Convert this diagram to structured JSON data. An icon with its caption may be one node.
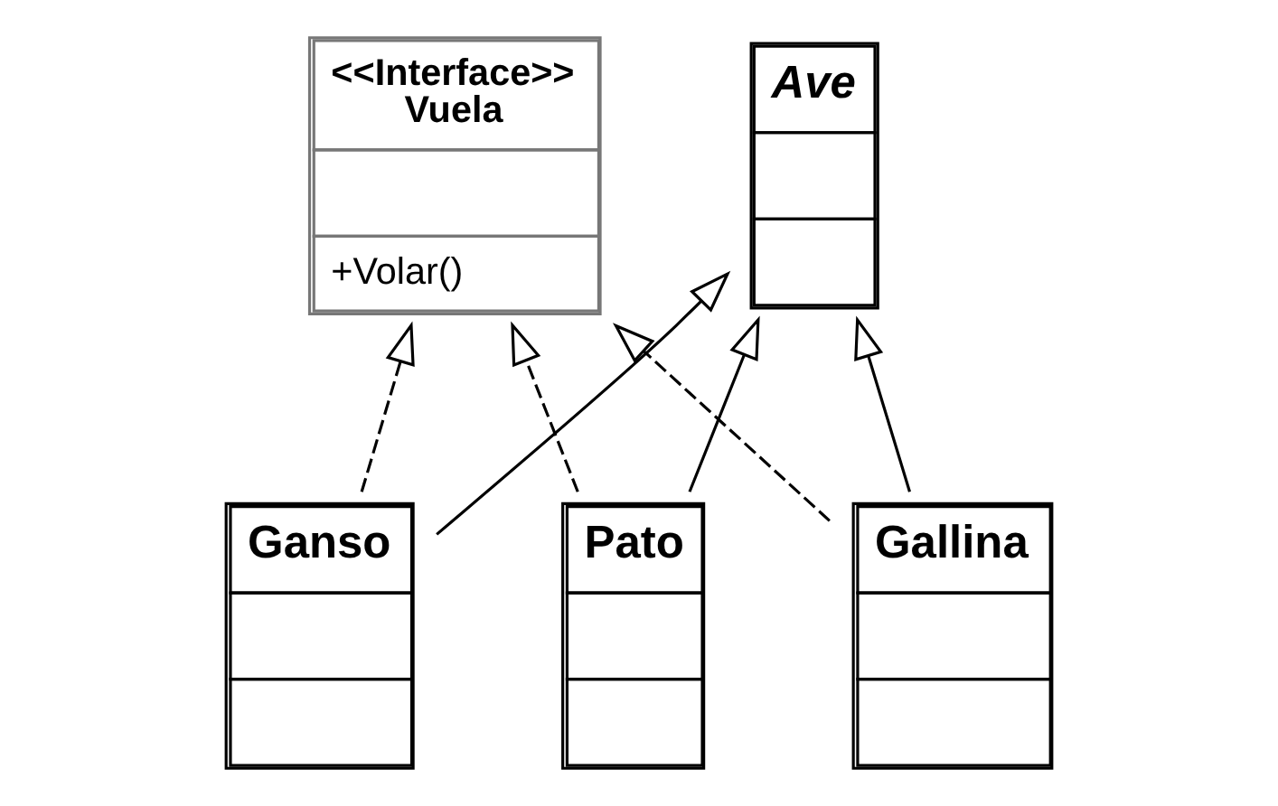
{
  "diagram": {
    "nodes": [
      {
        "text": [
          "<<Interface>>",
          "Vuela",
          "+Volar()"
        ]
      },
      {
        "text": [
          "Ave"
        ]
      },
      {
        "text": [
          "Ganso"
        ]
      },
      {
        "text": [
          "Pato"
        ]
      },
      {
        "text": [
          "Gallina"
        ]
      }
    ],
    "edges": [
      {
        "from": 2,
        "to": 1,
        "arrow": "to"
      },
      {
        "from": 3,
        "to": 1,
        "arrow": "to"
      },
      {
        "from": 4,
        "to": 1,
        "arrow": "to"
      },
      {
        "from": 2,
        "to": 0,
        "arrow": "to",
        "style": "dashed"
      },
      {
        "from": 3,
        "to": 0,
        "arrow": "to",
        "style": "dashed"
      },
      {
        "from": 4,
        "to": 0,
        "arrow": "to",
        "style": "dashed"
      }
    ]
  }
}
